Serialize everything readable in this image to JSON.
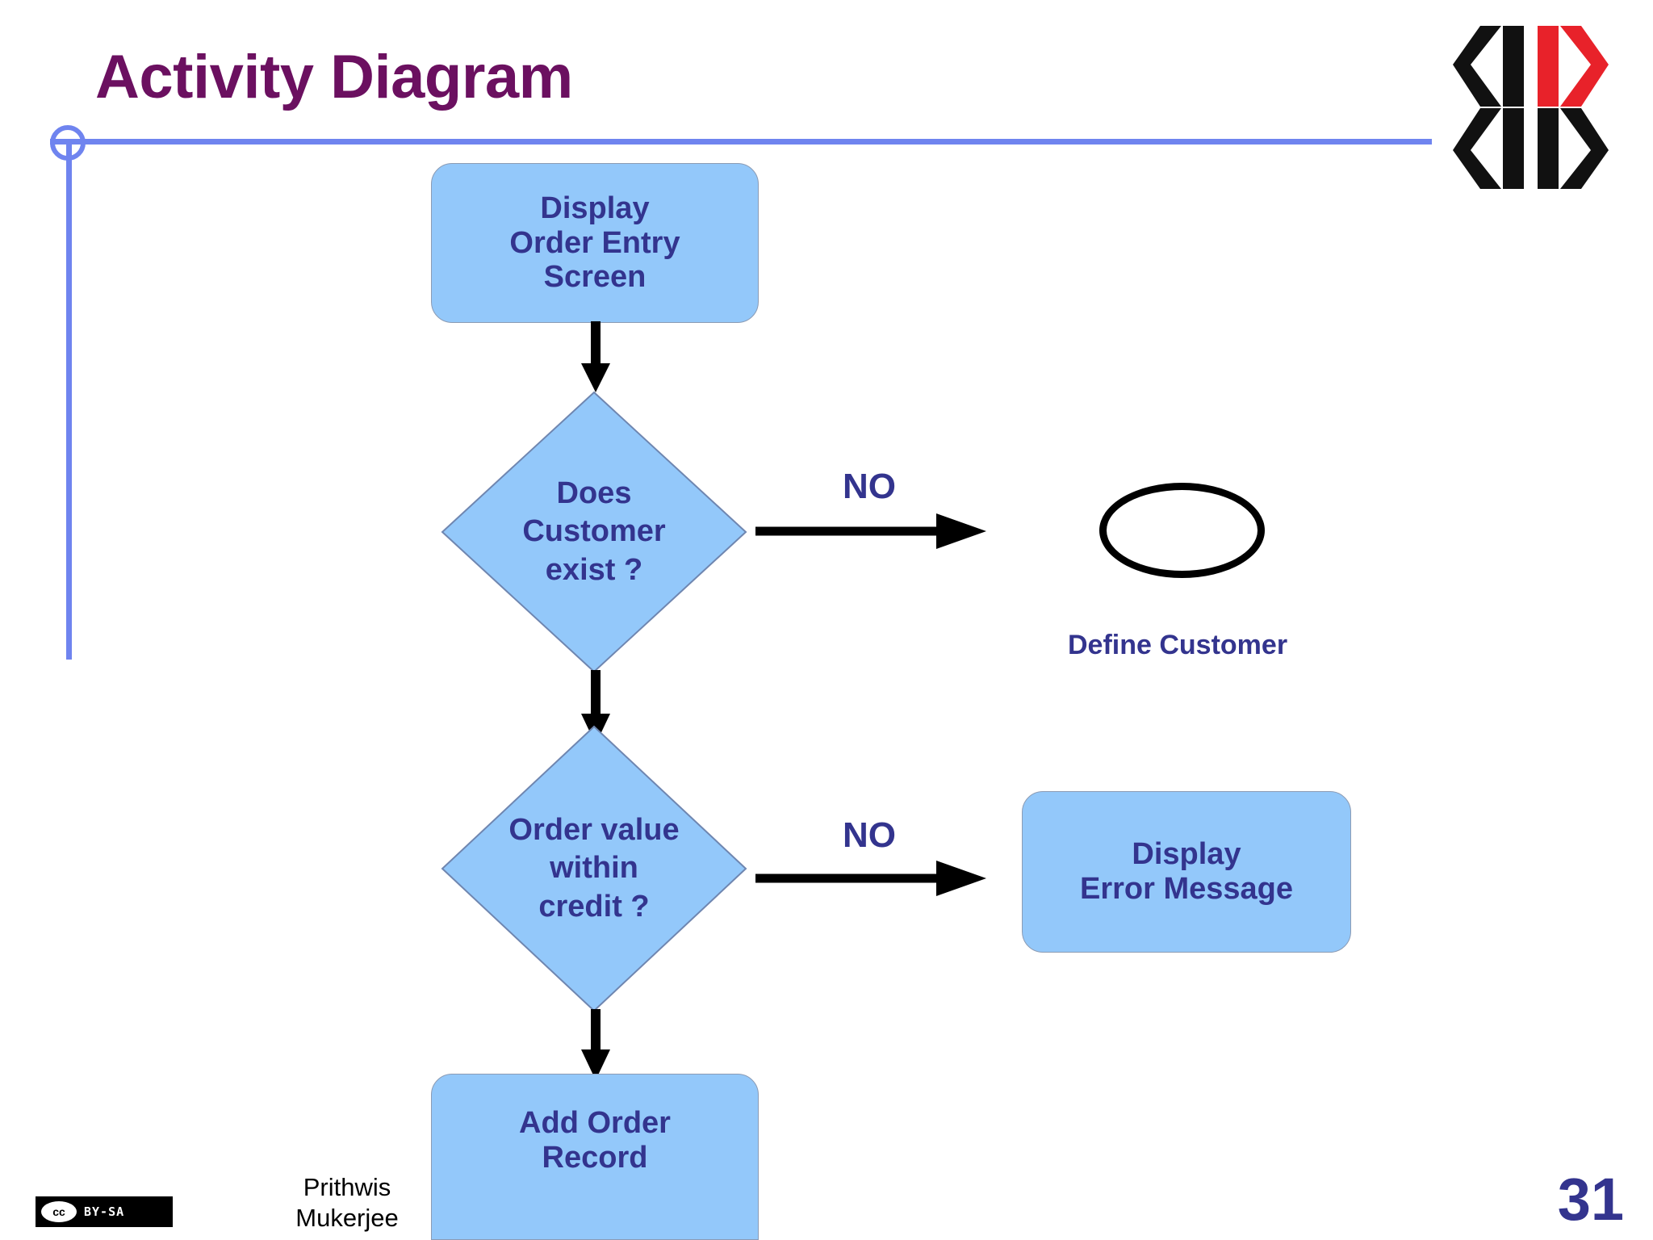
{
  "slide": {
    "title": "Activity Diagram",
    "page_number": "31",
    "title_color": "#6b1060",
    "rule_color": "#6f84ef",
    "shape_fill": "#93c8fa",
    "shape_text_color": "#33348e"
  },
  "logo": {
    "name": "kk-logo",
    "letters": [
      "K",
      "K",
      "K",
      "K"
    ],
    "colors": [
      "#111111",
      "#e8222a",
      "#111111",
      "#111111"
    ]
  },
  "diagram": {
    "type": "activity-diagram",
    "nodes": [
      {
        "id": "display-order-entry-screen",
        "shape": "rounded-rect",
        "label": "Display\nOrder Entry\nScreen"
      },
      {
        "id": "does-customer-exist",
        "shape": "diamond",
        "label": "Does\nCustomer\nexist ?"
      },
      {
        "id": "define-customer",
        "shape": "ellipse",
        "label": "",
        "caption": "Define Customer"
      },
      {
        "id": "order-value-within-credit",
        "shape": "diamond",
        "label": "Order value\nwithin\ncredit ?"
      },
      {
        "id": "display-error-message",
        "shape": "rounded-rect",
        "label": "Display\nError Message"
      },
      {
        "id": "add-order-record",
        "shape": "rounded-rect",
        "label": "Add Order\nRecord"
      }
    ],
    "edges": [
      {
        "from": "display-order-entry-screen",
        "to": "does-customer-exist",
        "label": ""
      },
      {
        "from": "does-customer-exist",
        "to": "define-customer",
        "label": "NO"
      },
      {
        "from": "does-customer-exist",
        "to": "order-value-within-credit",
        "label": ""
      },
      {
        "from": "order-value-within-credit",
        "to": "display-error-message",
        "label": "NO"
      },
      {
        "from": "order-value-within-credit",
        "to": "add-order-record",
        "label": ""
      }
    ]
  },
  "footer": {
    "license_mark": "cc",
    "license_text": "BY-SA",
    "author": "Prithwis\nMukerjee"
  }
}
